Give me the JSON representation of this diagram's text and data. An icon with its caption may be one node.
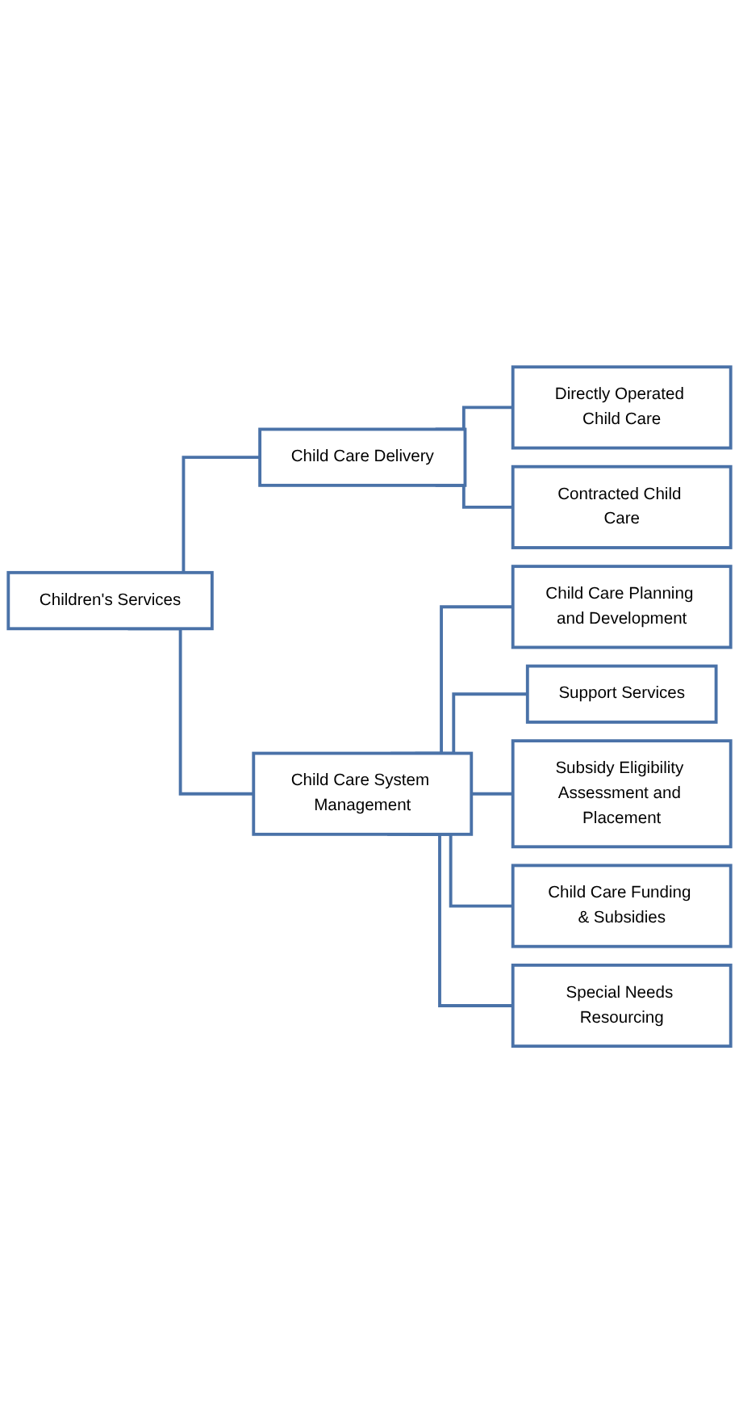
{
  "diagram": {
    "nodes": [
      {
        "text": [
          "Children's Services"
        ]
      },
      {
        "text": [
          "Child Care Delivery"
        ]
      },
      {
        "text": [
          "Child Care System Management"
        ]
      },
      {
        "text": [
          "Directly Operated Child Care"
        ]
      },
      {
        "text": [
          "Contracted Child Care"
        ]
      },
      {
        "text": [
          "Child Care Planning and Development"
        ]
      },
      {
        "text": [
          "Support Services"
        ]
      },
      {
        "text": [
          "Subsidy Eligibility Assessment and Placement"
        ]
      },
      {
        "text": [
          "Child Care Funding & Subsidies"
        ]
      },
      {
        "text": [
          "Special Needs Resourcing"
        ]
      }
    ],
    "edges": [
      {
        "from": 0,
        "to": 1,
        "arrow": "none"
      },
      {
        "from": 0,
        "to": 2,
        "arrow": "none"
      },
      {
        "from": 1,
        "to": 3,
        "arrow": "none"
      },
      {
        "from": 1,
        "to": 4,
        "arrow": "none"
      },
      {
        "from": 2,
        "to": 5,
        "arrow": "none"
      },
      {
        "from": 2,
        "to": 6,
        "arrow": "none"
      },
      {
        "from": 2,
        "to": 7,
        "arrow": "none"
      },
      {
        "from": 2,
        "to": 8,
        "arrow": "none"
      },
      {
        "from": 2,
        "to": 9,
        "arrow": "none"
      }
    ]
  }
}
